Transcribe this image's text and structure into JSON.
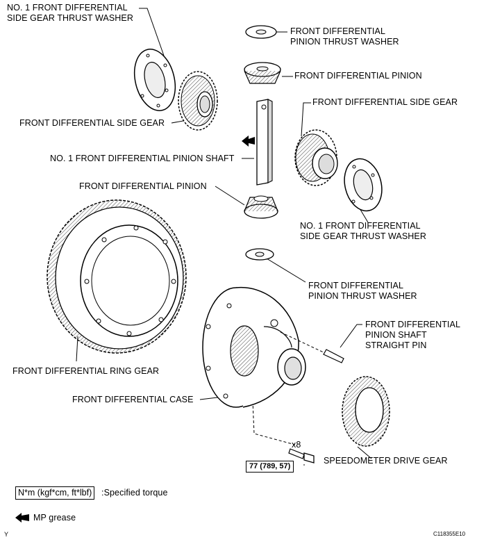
{
  "labels": {
    "side_washer_top_l1": "NO. 1 FRONT DIFFERENTIAL",
    "side_washer_top_l2": "SIDE GEAR THRUST WASHER",
    "pinion_washer_top_l1": "FRONT DIFFERENTIAL",
    "pinion_washer_top_l2": "PINION THRUST WASHER",
    "pinion_top": "FRONT DIFFERENTIAL PINION",
    "side_gear_right": "FRONT DIFFERENTIAL SIDE GEAR",
    "side_gear_left": "FRONT DIFFERENTIAL SIDE GEAR",
    "pinion_shaft": "NO. 1 FRONT DIFFERENTIAL PINION SHAFT",
    "pinion_mid": "FRONT DIFFERENTIAL PINION",
    "side_washer_right_l1": "NO. 1 FRONT DIFFERENTIAL",
    "side_washer_right_l2": "SIDE GEAR THRUST WASHER",
    "pinion_washer_bottom_l1": "FRONT DIFFERENTIAL",
    "pinion_washer_bottom_l2": "PINION THRUST WASHER",
    "straight_pin_l1": "FRONT DIFFERENTIAL",
    "straight_pin_l2": "PINION SHAFT",
    "straight_pin_l3": "STRAIGHT PIN",
    "ring_gear": "FRONT DIFFERENTIAL RING GEAR",
    "case": "FRONT DIFFERENTIAL CASE",
    "speedometer_gear": "SPEEDOMETER DRIVE GEAR",
    "bolt_qty": "x8",
    "torque_value": "77 (789, 57)"
  },
  "legend": {
    "torque_units": "N*m (kgf*cm, ft*lbf)",
    "torque_desc": ":Specified torque",
    "grease": "MP grease"
  },
  "footer": {
    "left_mark": "Y",
    "figure_code": "C118355E10"
  }
}
